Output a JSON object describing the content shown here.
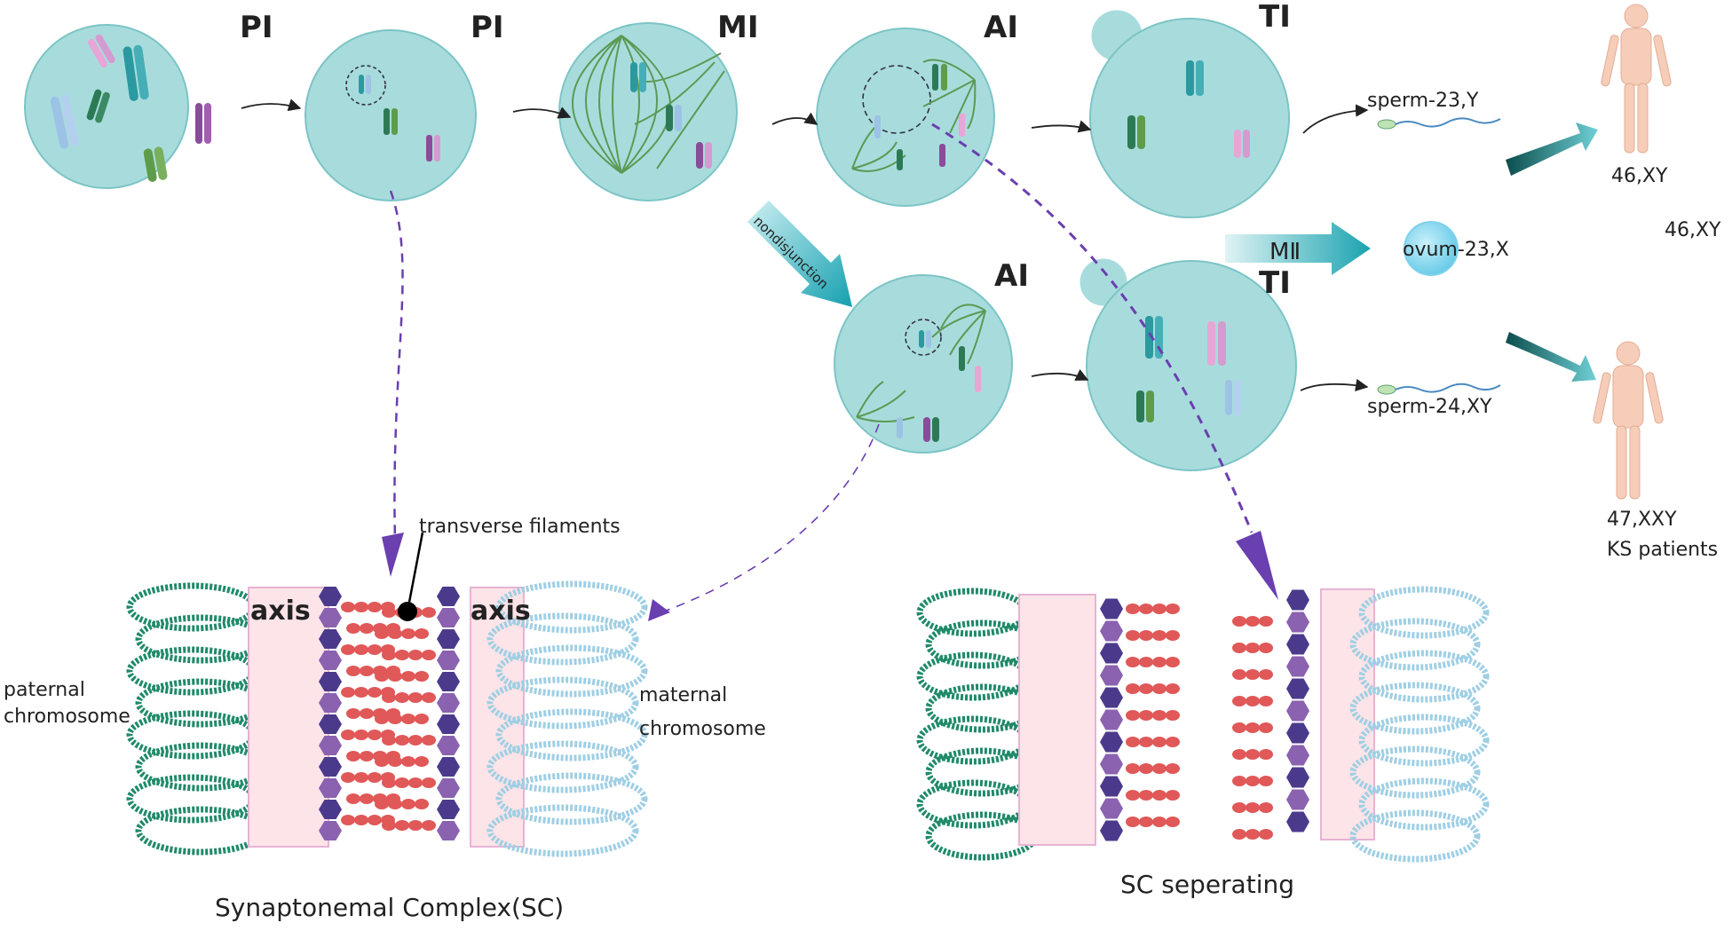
{
  "stages": {
    "pi_1": "PI",
    "pi_2": "PI",
    "mi": "MI",
    "ai_top": "AI",
    "ti_top": "TI",
    "ai_bottom": "AI",
    "ti_bottom": "TI"
  },
  "labels": {
    "nondisjunction": "nondisjunction",
    "mii": "MⅡ",
    "ovum": "ovum-23,X",
    "sperm_normal": "sperm-23,Y",
    "sperm_abnormal": "sperm-24,XY",
    "karyotype_normal": "46,XY",
    "karyotype_right": "46,XY",
    "karyotype_ks": "47,XXY",
    "ks_patients": "KS patients",
    "transverse_filaments": "transverse filaments",
    "axis_left": "axis",
    "axis_right": "axis",
    "paternal_1": "paternal",
    "paternal_2": "chromosome",
    "maternal_1": "maternal",
    "maternal_2": "chromosome"
  },
  "captions": {
    "sc": "Synaptonemal Complex(SC)",
    "sc_separating": "SC seperating"
  },
  "colors": {
    "cell_fill": "#a8dcdc",
    "cell_stroke": "#7cc4c6",
    "spindle": "#5a9a55",
    "paternal_chromatin": "#1e8a6a",
    "maternal_chromatin": "#9fcfe4",
    "lateral_element_dark": "#4b3a8c",
    "lateral_element_light": "#8a62b0",
    "transverse_filament": "#e05858",
    "axis_band": "#fde4e8",
    "dashed_path": "#6a3fb0",
    "big_arrow": "#0e6a6a",
    "human_skin": "#f6cdb8"
  }
}
